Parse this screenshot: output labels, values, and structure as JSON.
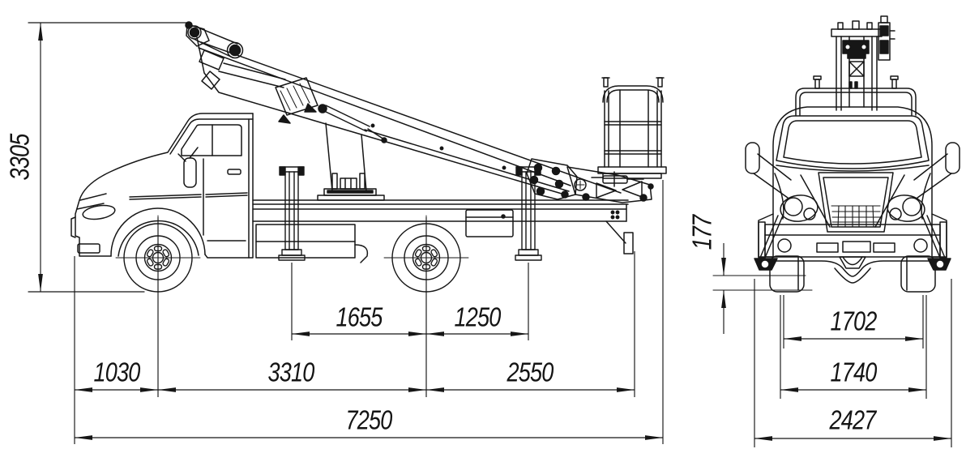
{
  "drawing": {
    "background": "#ffffff",
    "line_color": "#161616",
    "views": {
      "side_view_name": "side-view",
      "front_view_name": "front-view"
    }
  },
  "side_view": {
    "overall_height": "3305",
    "outrigger_span_front": "1655",
    "outrigger_span_rear": "1250",
    "front_overhang": "1030",
    "wheelbase": "3310",
    "rear_overhang": "2550",
    "overall_length": "7250"
  },
  "front_view": {
    "ground_clearance": "177",
    "track_front": "1702",
    "track_rear": "1740",
    "overall_width": "2427"
  }
}
